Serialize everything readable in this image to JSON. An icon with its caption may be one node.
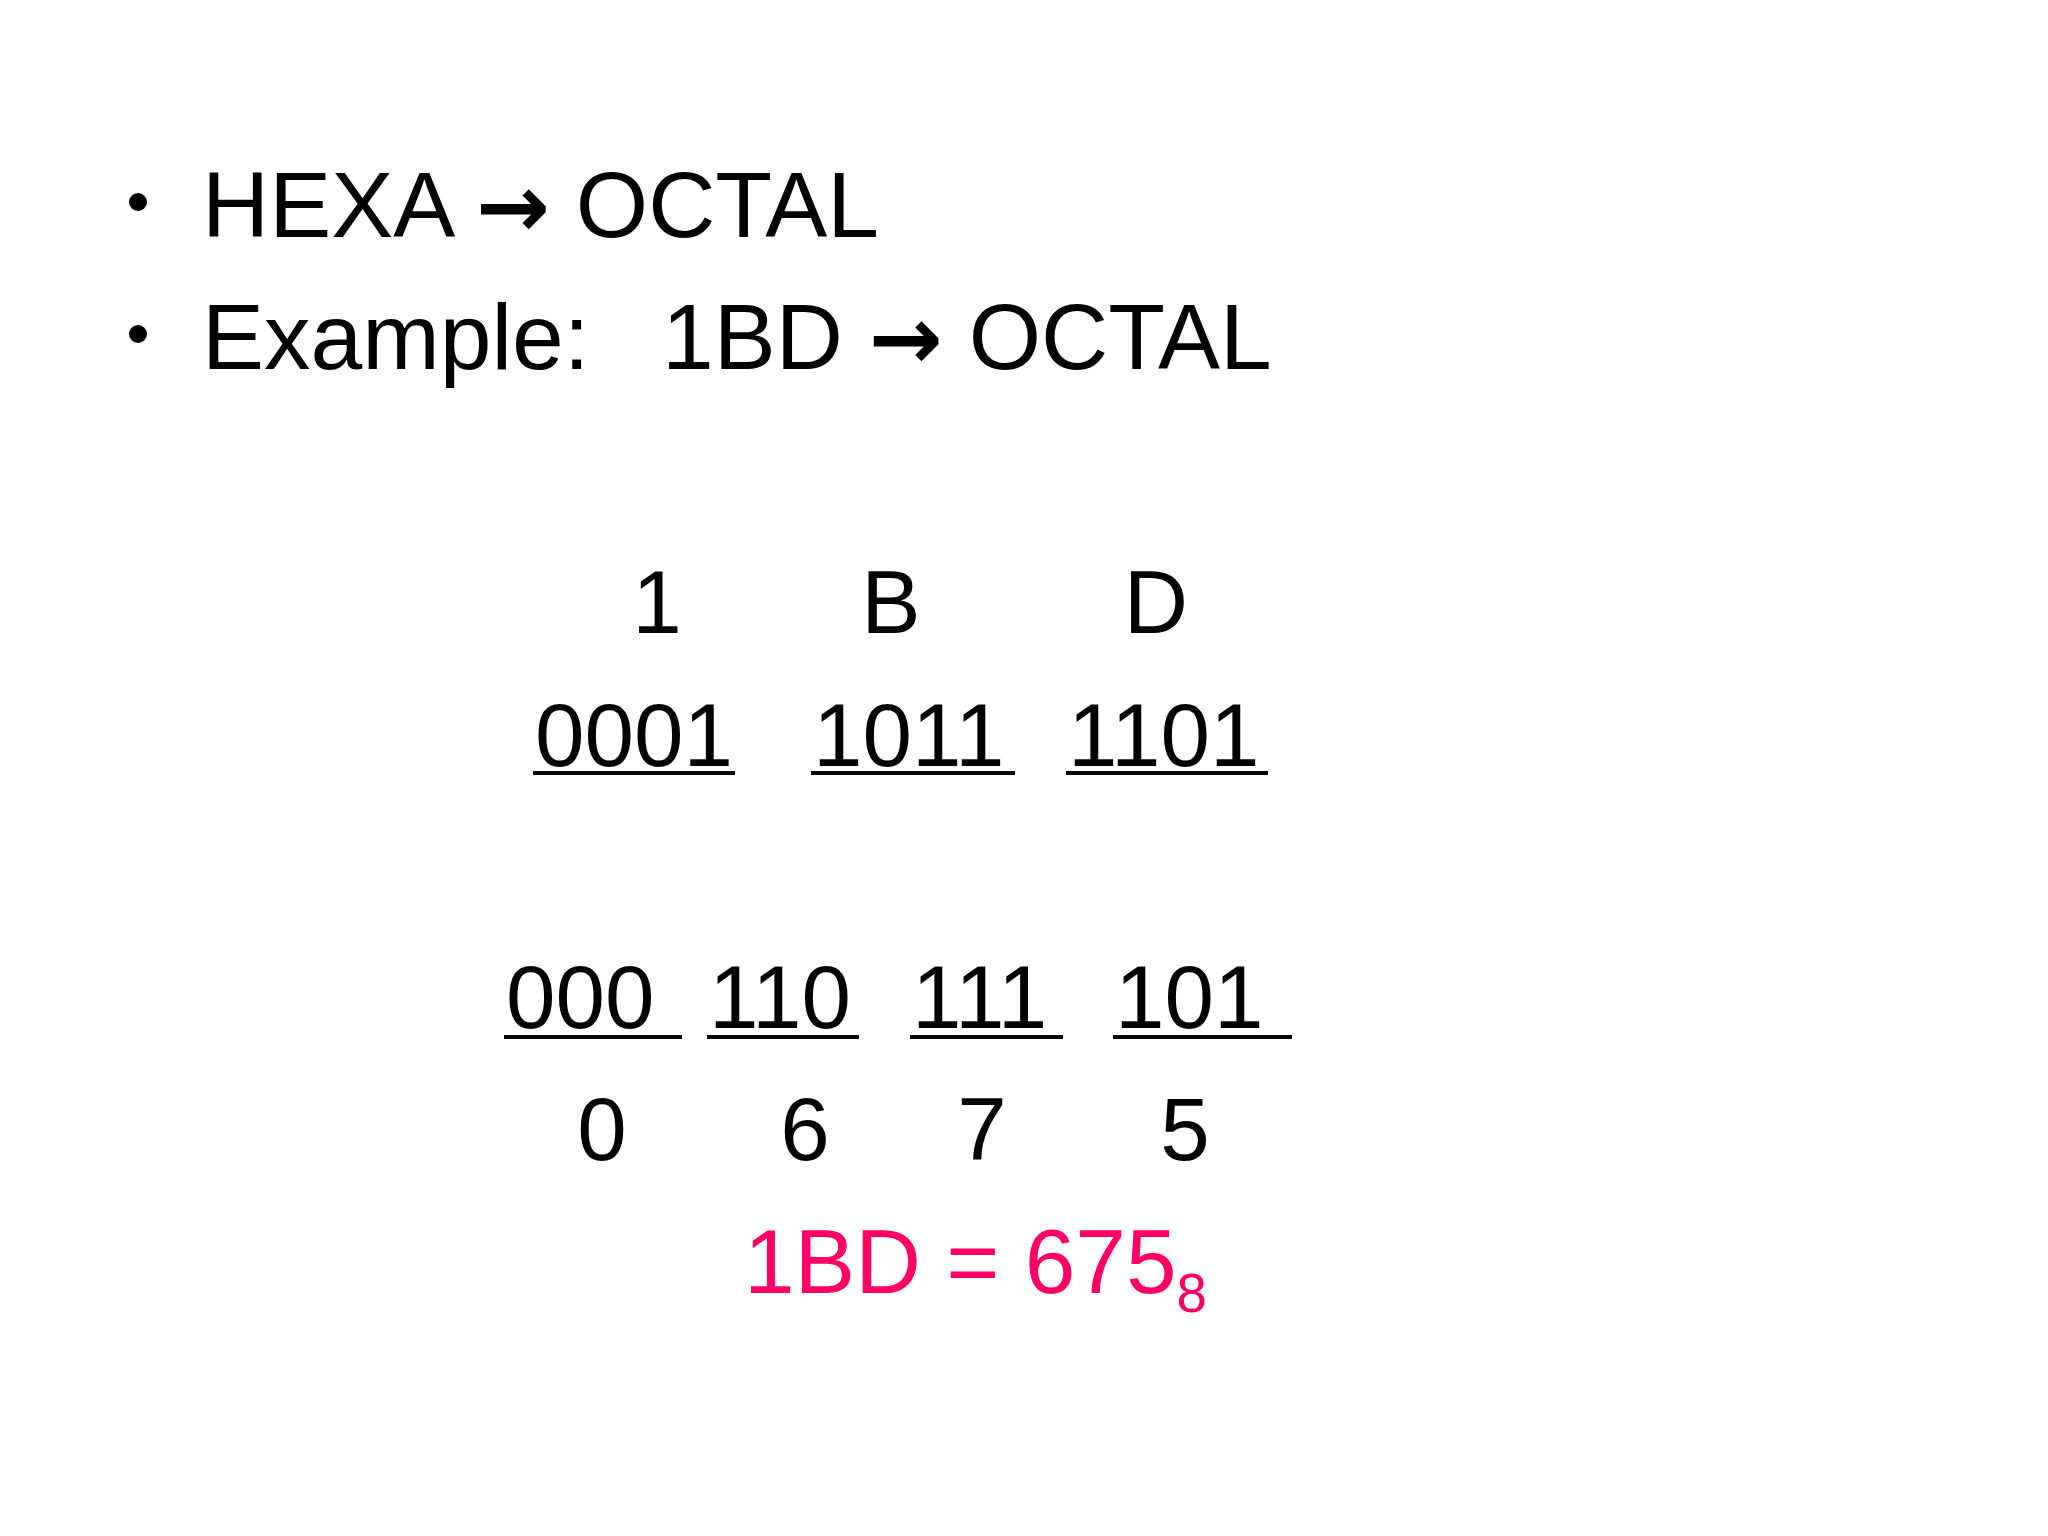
{
  "diagram": {
    "labels": [
      "HEXA → OCTAL",
      "Example:",
      "1BD → OCTAL",
      "1",
      "B",
      "D",
      "0001",
      "1011",
      "1101",
      "000",
      "110",
      "111",
      "101",
      "0",
      "6",
      "7",
      "5",
      "1BD = 675$_{8}$"
    ]
  }
}
